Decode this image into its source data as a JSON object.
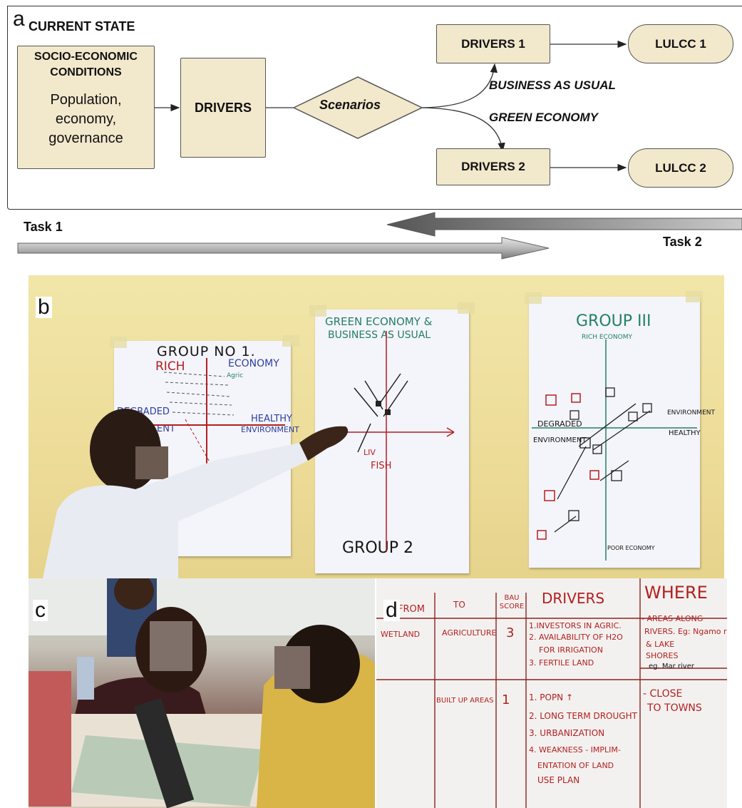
{
  "panel_a": {
    "letter": "a",
    "current_state": "CURRENT STATE",
    "socio_title": "SOCIO-ECONOMIC CONDITIONS",
    "socio_body": "Population, economy, governance",
    "drivers": "DRIVERS",
    "scenarios": "Scenarios",
    "drivers1": "DRIVERS 1",
    "drivers2": "DRIVERS 2",
    "lulcc1": "LULCC 1",
    "lulcc2": "LULCC  2",
    "bau": "BUSINESS AS USUAL",
    "green": "GREEN ECONOMY",
    "task1": "Task 1",
    "task2": "Task 2",
    "colors": {
      "node_fill": "#f2e8cc",
      "arrow": "#555555"
    }
  },
  "panel_b": {
    "letter": "b",
    "sheet1": {
      "title": "GROUP NO 1.",
      "rich": "RICH",
      "economy": "ECONOMY",
      "degraded": "DEGRADED",
      "ent": "ENT",
      "healthy": "HEALTHY",
      "environment": "ENVIRONMENT",
      "agric": "Agric"
    },
    "sheet2": {
      "title_line1": "GREEN ECONOMY &",
      "title_line2": "BUSINESS AS USUAL",
      "liv": "LIV",
      "fish": "FISH",
      "footer": "GROUP 2"
    },
    "sheet3": {
      "title": "GROUP III",
      "rich_economy": "RICH ECONOMY",
      "degraded": "DEGRADED",
      "environment_left": "ENVIRONMENT",
      "environment_right": "ENVIRONMENT",
      "healthy": "HEALTHY",
      "poor_economy": "POOR ECONOMY"
    }
  },
  "panel_c": {
    "letter": "c"
  },
  "panel_d": {
    "letter": "d",
    "headers": [
      "FROM",
      "TO",
      "BAU SCORE",
      "DRIVERS",
      "WHERE"
    ],
    "rows": [
      {
        "from": "WETLAND",
        "to": "AGRICULTURE",
        "score": "3",
        "drivers": [
          "1.INVESTORS IN AGRIC.",
          "2. AVAILABILITY OF H2O",
          "FOR IRRIGATION",
          "3. FERTILE LAND"
        ],
        "where": [
          "- AREAS ALONG",
          "RIVERS. Eg: Ngamo river",
          "& LAKE",
          "SHORES",
          "eg. Mar river"
        ]
      },
      {
        "from": "",
        "to": "BUILT UP AREAS",
        "score": "1",
        "drivers": [
          "1. POPN ↑",
          "2. LONG TERM DROUGHT",
          "3. URBANIZATION",
          "4. WEAKNESS - IMPLIM-",
          "ENTATION OF LAND",
          "USE PLAN"
        ],
        "where": [
          "- CLOSE",
          "TO TOWNS"
        ]
      }
    ]
  }
}
